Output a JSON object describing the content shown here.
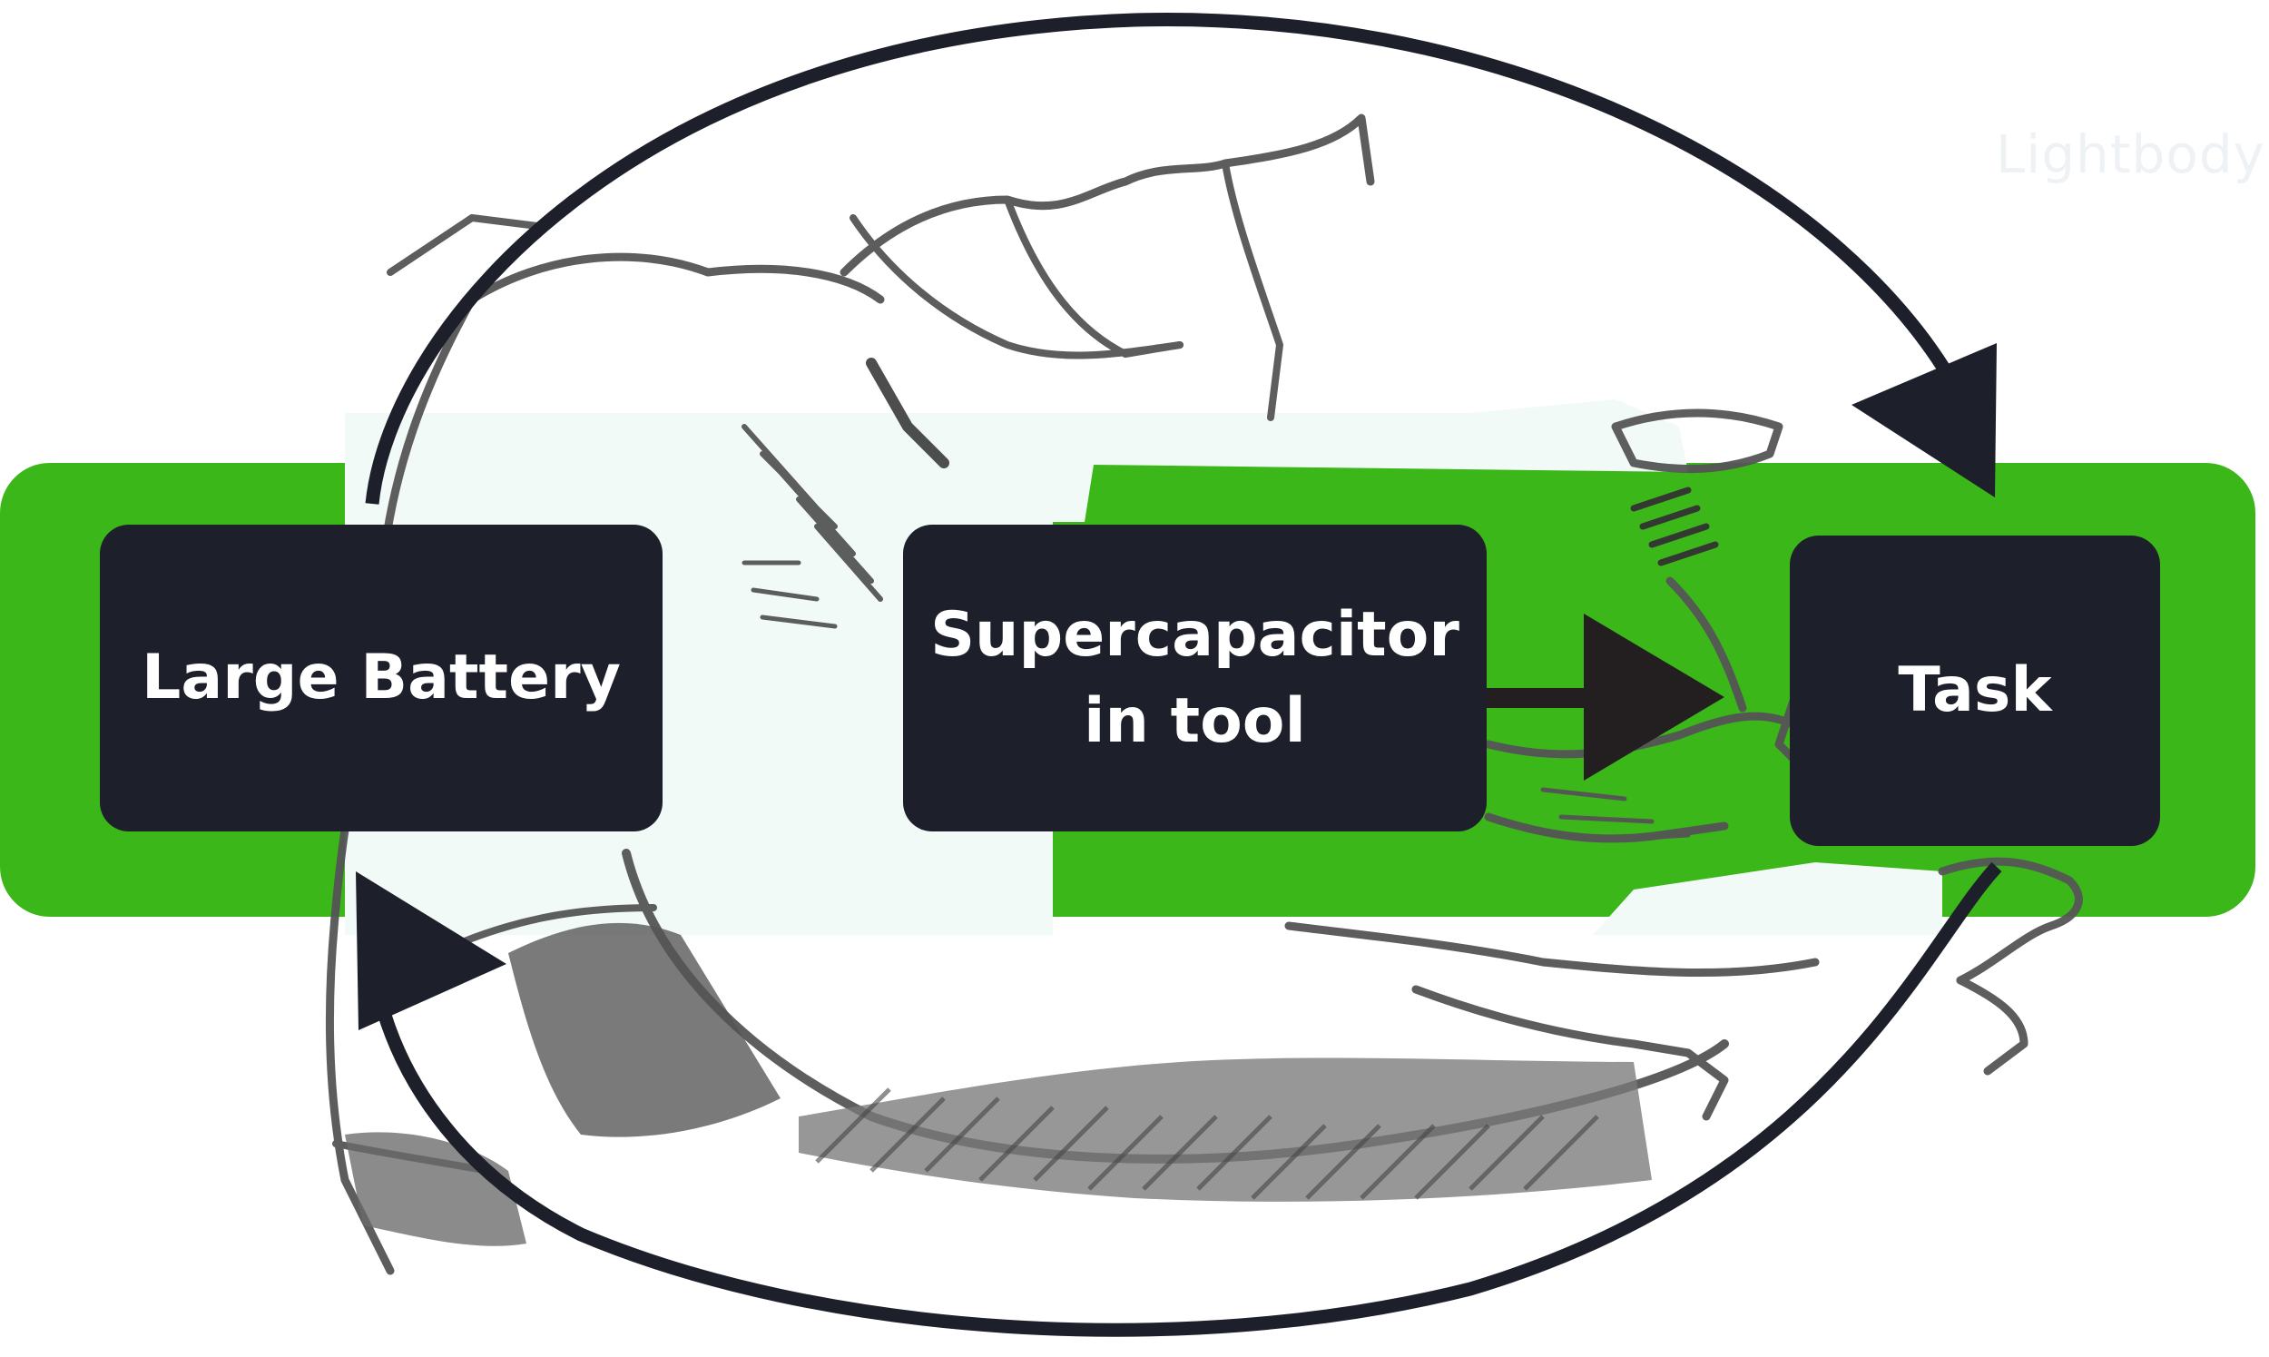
{
  "diagram": {
    "nodes": [
      {
        "id": "large-battery",
        "label": "Large Battery"
      },
      {
        "id": "supercapacitor",
        "label": "Supercapacitor\nin tool"
      },
      {
        "id": "task",
        "label": "Task"
      }
    ],
    "edges": [
      {
        "from": "large-battery",
        "to": "task",
        "style": "curved-top"
      },
      {
        "from": "supercapacitor",
        "to": "task",
        "style": "straight"
      },
      {
        "from": "task",
        "to": "large-battery",
        "style": "curved-bottom"
      }
    ],
    "watermark": "Lightbody"
  },
  "colors": {
    "node_fill": "#1d202a",
    "band_green": "#3cb71a",
    "band_light": "#f1faf7",
    "sketch_gray": "#555555",
    "loop_stroke": "#1d202a",
    "straight_arrow": "#231f20"
  }
}
